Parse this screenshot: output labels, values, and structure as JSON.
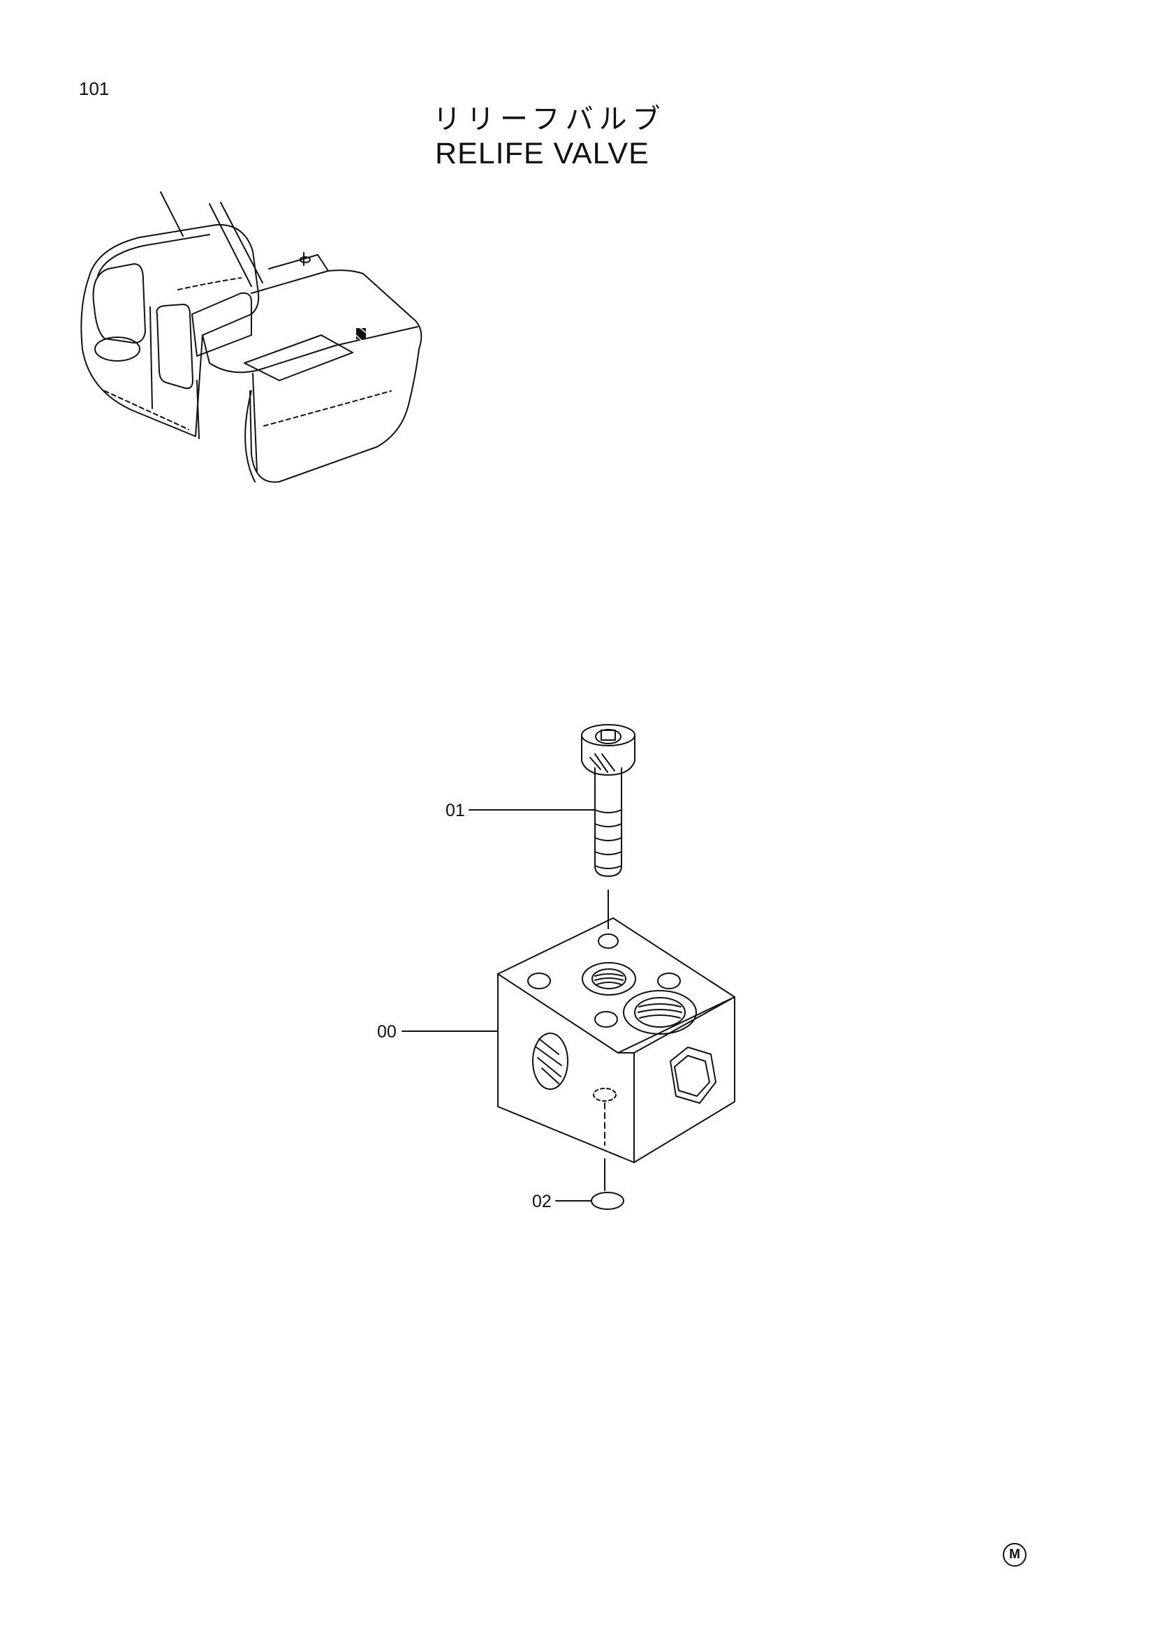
{
  "page": {
    "number": "101"
  },
  "title": {
    "japanese": "リリーフバルブ",
    "english": "RELIFE VALVE"
  },
  "parts": [
    {
      "label": "01"
    },
    {
      "label": "00"
    },
    {
      "label": "02"
    }
  ],
  "footer_mark": "M",
  "icons": [
    "excavator-locator",
    "relief-valve-block",
    "cap-screw",
    "o-ring",
    "hex-plug"
  ]
}
